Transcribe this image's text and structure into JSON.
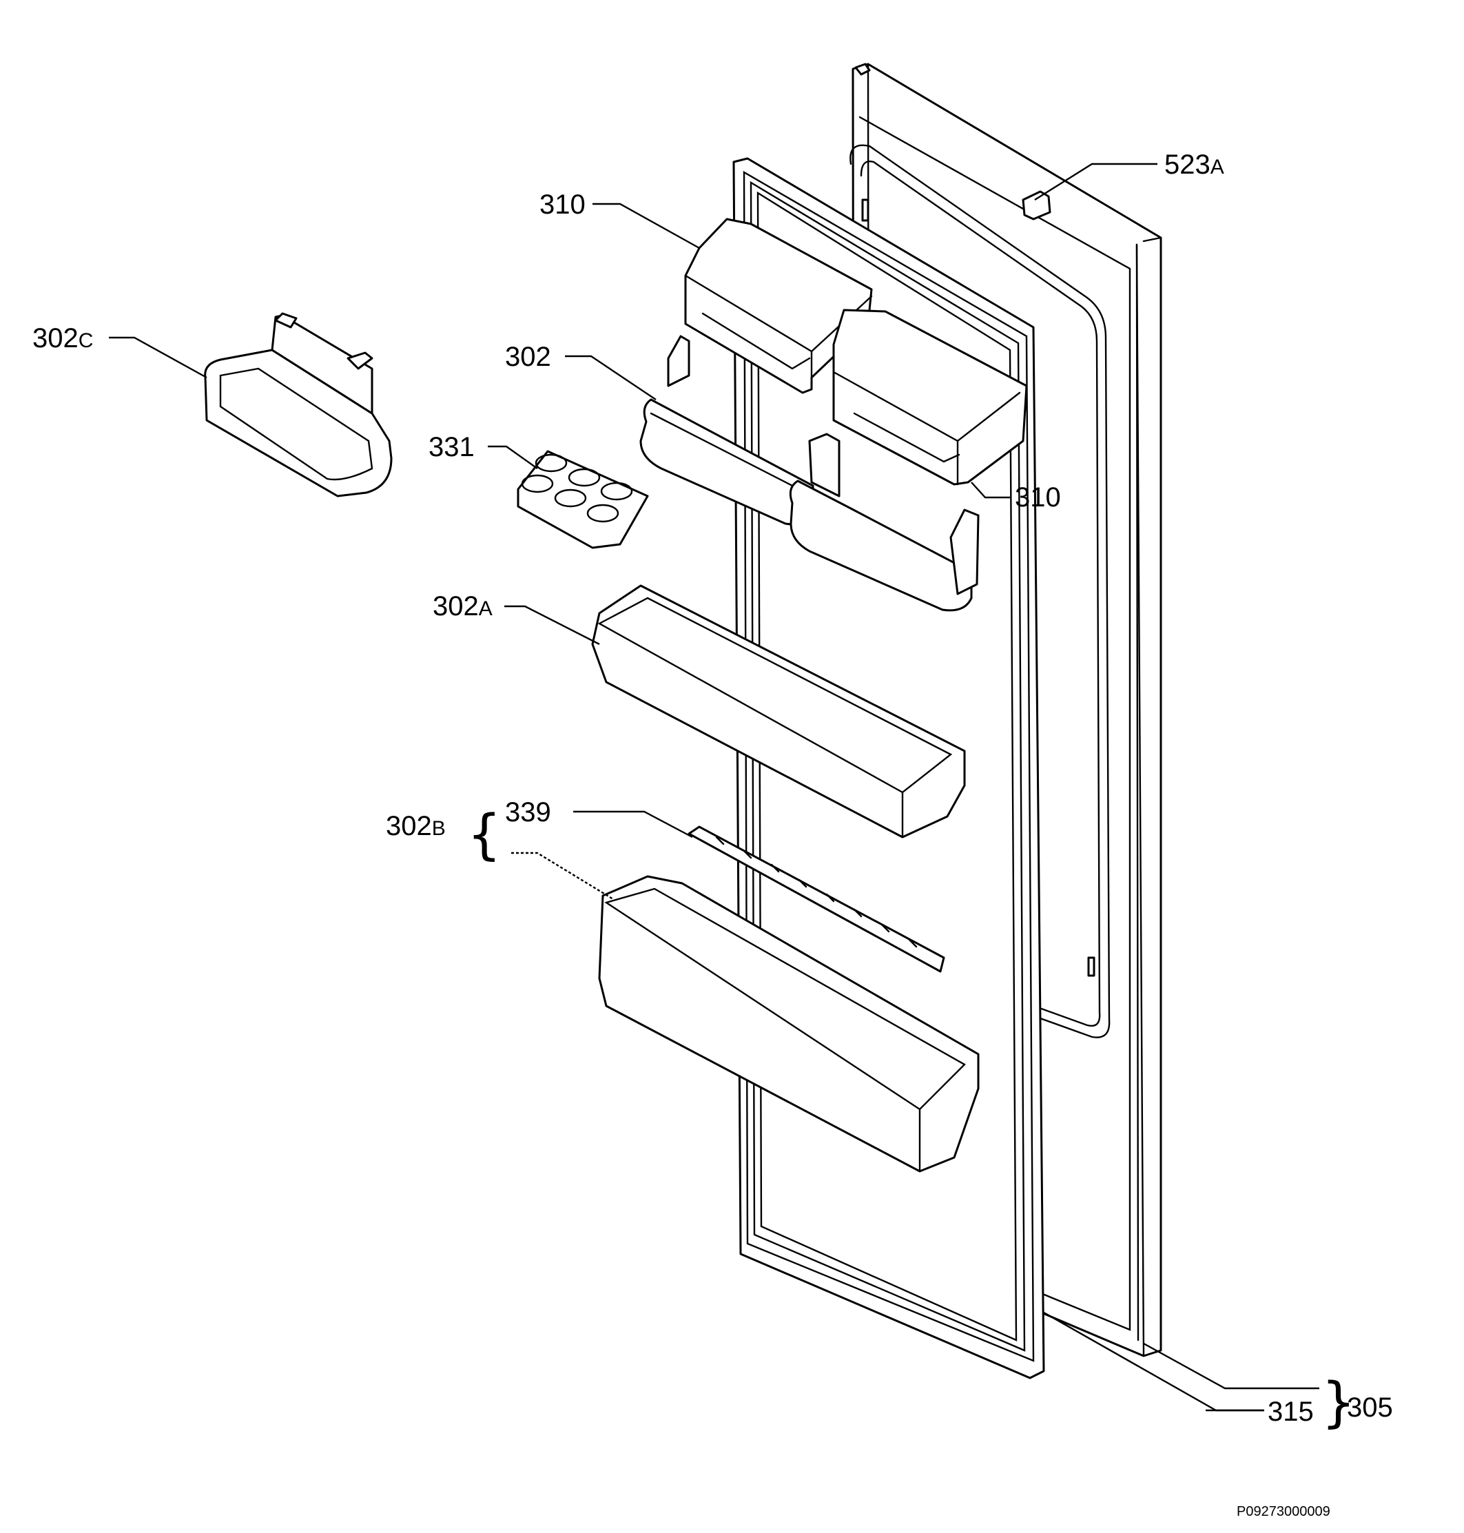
{
  "labels": {
    "l523a": {
      "num": "523",
      "suffix": "A"
    },
    "l310_top": "310",
    "l302c": {
      "num": "302",
      "suffix": "C"
    },
    "l302": "302",
    "l331": "331",
    "l310_right": "310",
    "l302a": {
      "num": "302",
      "suffix": "A"
    },
    "l302b": {
      "num": "302",
      "suffix": "B"
    },
    "l339": "339",
    "l305": "305",
    "l315": "315"
  },
  "footer_code": "P09273000009"
}
